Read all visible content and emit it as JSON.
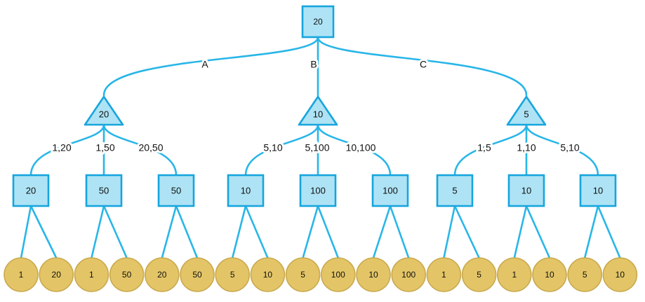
{
  "diagram": {
    "title": "game-tree",
    "colors": {
      "edge": "#29b6e8",
      "square_fill": "#aee3f5",
      "square_stroke": "#17a5dd",
      "triangle_fill": "#aee3f5",
      "triangle_stroke": "#17a5dd",
      "circle_fill": "#e3c567",
      "circle_stroke": "#c9a94e",
      "text": "#101010",
      "background": "#ffffff"
    },
    "root": {
      "shape": "square",
      "value": "20"
    },
    "level1_edge_labels": [
      "A",
      "B",
      "C"
    ],
    "level1_nodes": [
      {
        "shape": "triangle",
        "value": "20"
      },
      {
        "shape": "triangle",
        "value": "10"
      },
      {
        "shape": "triangle",
        "value": "5"
      }
    ],
    "level2_edge_labels": [
      "1,20",
      "1,50",
      "20,50",
      "5,10",
      "5,100",
      "10,100",
      "1,5",
      "1,10",
      "5,10"
    ],
    "level2_nodes": [
      {
        "shape": "square",
        "value": "20"
      },
      {
        "shape": "square",
        "value": "50"
      },
      {
        "shape": "square",
        "value": "50"
      },
      {
        "shape": "square",
        "value": "10"
      },
      {
        "shape": "square",
        "value": "100"
      },
      {
        "shape": "square",
        "value": "100"
      },
      {
        "shape": "square",
        "value": "5"
      },
      {
        "shape": "square",
        "value": "10"
      },
      {
        "shape": "square",
        "value": "10"
      }
    ],
    "leaves": [
      {
        "shape": "circle",
        "value": "1"
      },
      {
        "shape": "circle",
        "value": "20"
      },
      {
        "shape": "circle",
        "value": "1"
      },
      {
        "shape": "circle",
        "value": "50"
      },
      {
        "shape": "circle",
        "value": "20"
      },
      {
        "shape": "circle",
        "value": "50"
      },
      {
        "shape": "circle",
        "value": "5"
      },
      {
        "shape": "circle",
        "value": "10"
      },
      {
        "shape": "circle",
        "value": "5"
      },
      {
        "shape": "circle",
        "value": "100"
      },
      {
        "shape": "circle",
        "value": "10"
      },
      {
        "shape": "circle",
        "value": "100"
      },
      {
        "shape": "circle",
        "value": "1"
      },
      {
        "shape": "circle",
        "value": "5"
      },
      {
        "shape": "circle",
        "value": "1"
      },
      {
        "shape": "circle",
        "value": "10"
      },
      {
        "shape": "circle",
        "value": "5"
      },
      {
        "shape": "circle",
        "value": "10"
      }
    ]
  }
}
